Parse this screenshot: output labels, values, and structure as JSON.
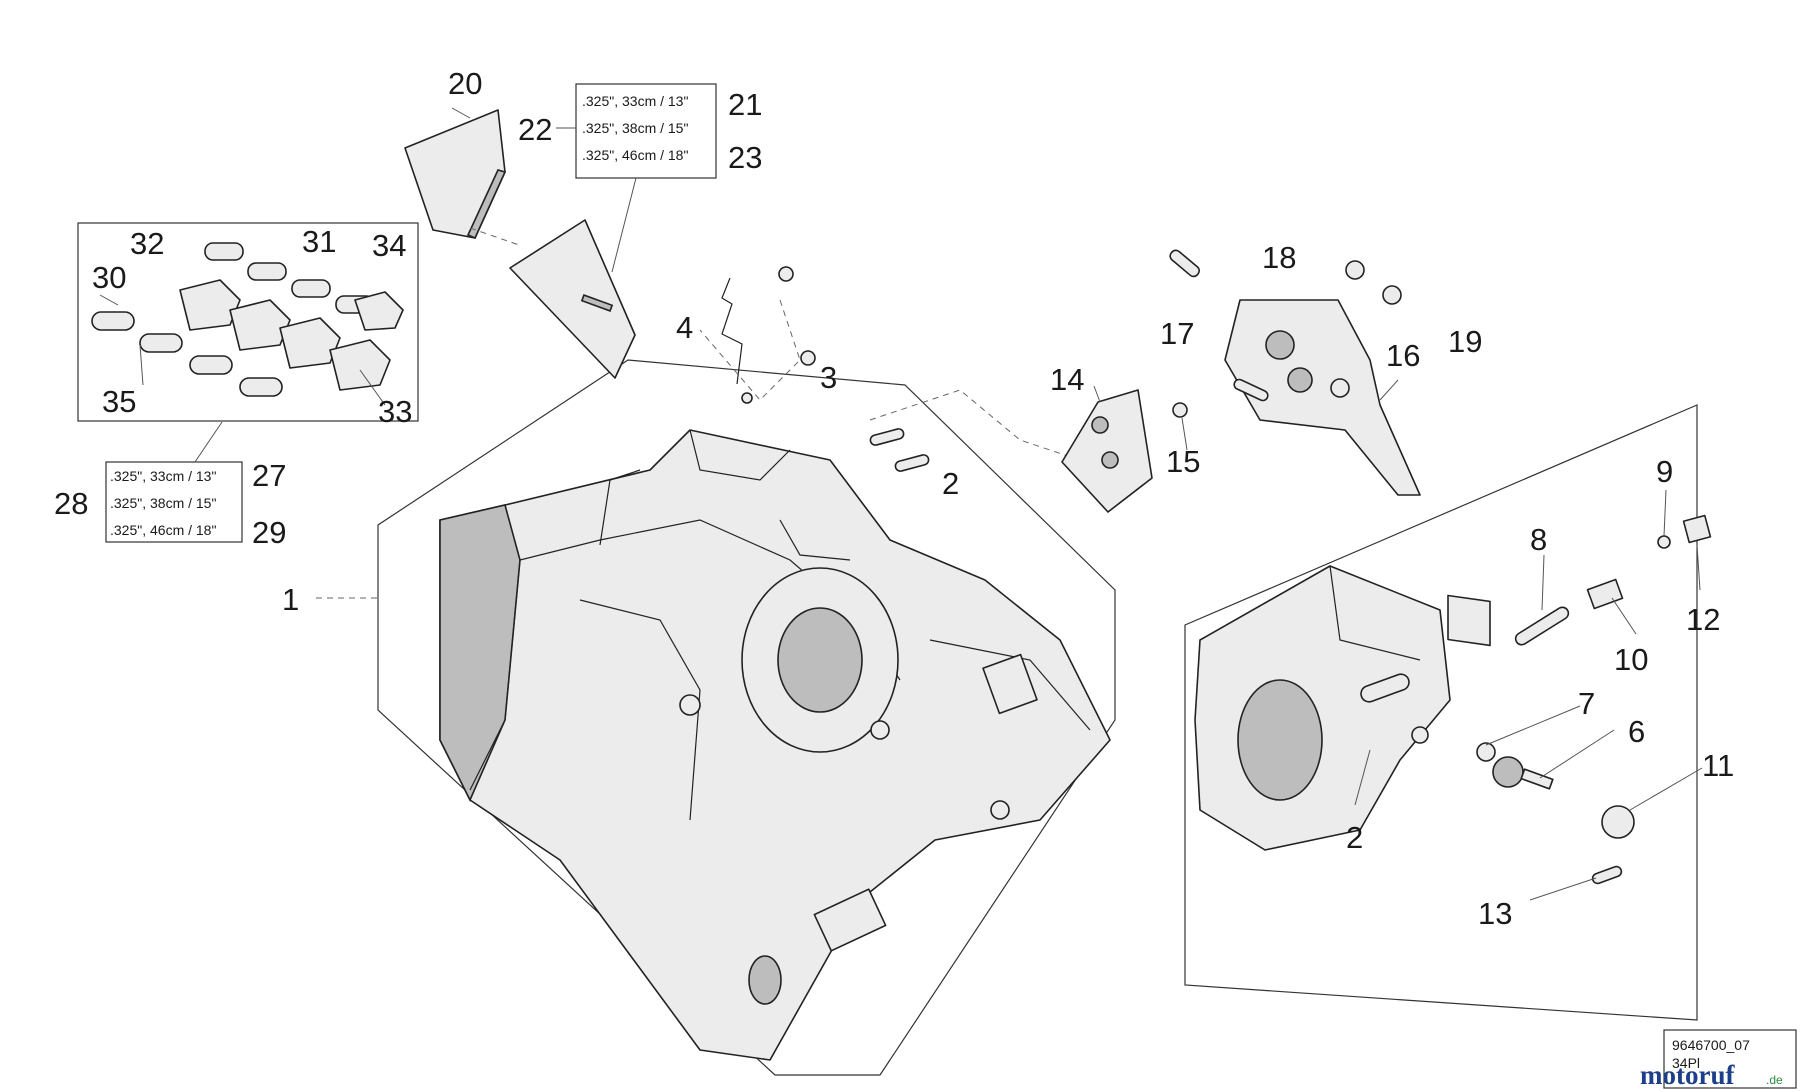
{
  "diagram": {
    "reference": "9646700_07",
    "reference_sub": "34Pl",
    "watermark": {
      "brand": "motoruf",
      "tld": ".de"
    },
    "bar_options": [
      ".325\", 33cm / 13\"",
      ".325\", 38cm / 15\"",
      ".325\", 46cm / 18\""
    ],
    "chain_options": [
      ".325\", 33cm / 13\"",
      ".325\", 38cm / 15\"",
      ".325\", 46cm / 18\""
    ],
    "labels": {
      "p1": "1",
      "p2a": "2",
      "p2b": "2",
      "p3": "3",
      "p4": "4",
      "p6": "6",
      "p7": "7",
      "p8": "8",
      "p9": "9",
      "p10": "10",
      "p11": "11",
      "p12": "12",
      "p13": "13",
      "p14": "14",
      "p15": "15",
      "p16": "16",
      "p17": "17",
      "p18": "18",
      "p19": "19",
      "p20": "20",
      "p21": "21",
      "p22": "22",
      "p23": "23",
      "p27": "27",
      "p28": "28",
      "p29": "29",
      "p30": "30",
      "p31": "31",
      "p32": "32",
      "p33": "33",
      "p34": "34",
      "p35": "35"
    }
  }
}
